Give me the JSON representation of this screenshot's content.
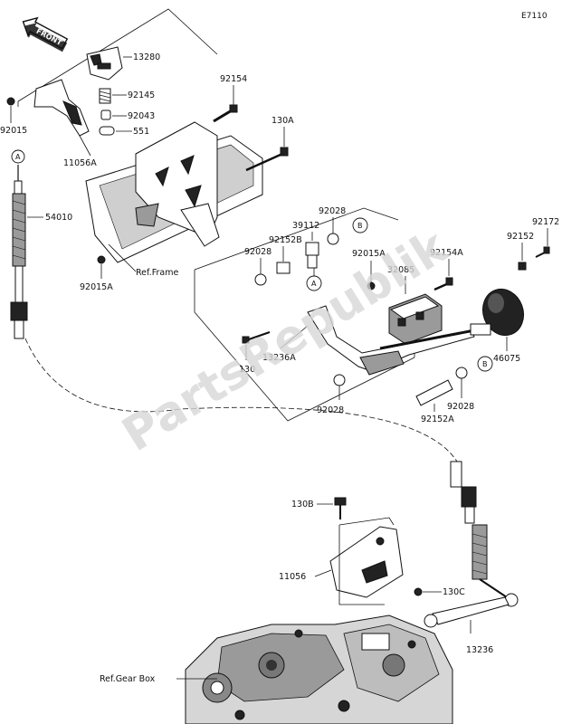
{
  "diagram_code": "E7110",
  "front_label": "FRONT",
  "watermark": "PartsRepublik",
  "callouts": {
    "a": "A",
    "b": "B"
  },
  "parts": {
    "p13280": "13280",
    "p92145": "92145",
    "p92043": "92043",
    "p551": "551",
    "p11056A": "11056A",
    "p92015": "92015",
    "p92154": "92154",
    "p130A": "130A",
    "p92028_top": "92028",
    "p39112": "39112",
    "p92152B": "92152B",
    "p92028_left": "92028",
    "p92015A_mid": "92015A",
    "p32085": "32085",
    "p92154A": "92154A",
    "p92152": "92152",
    "p92172": "92172",
    "p46075": "46075",
    "p54010": "54010",
    "p92015A_left": "92015A",
    "p130": "130",
    "p13236A": "13236A",
    "p92028_bottom": "92028",
    "p92028_right": "92028",
    "p92152A": "92152A",
    "p130B": "130B",
    "p11056": "11056",
    "p130C": "130C",
    "p13236": "13236"
  },
  "refs": {
    "frame": "Ref.Frame",
    "gear_box": "Ref.Gear Box"
  }
}
